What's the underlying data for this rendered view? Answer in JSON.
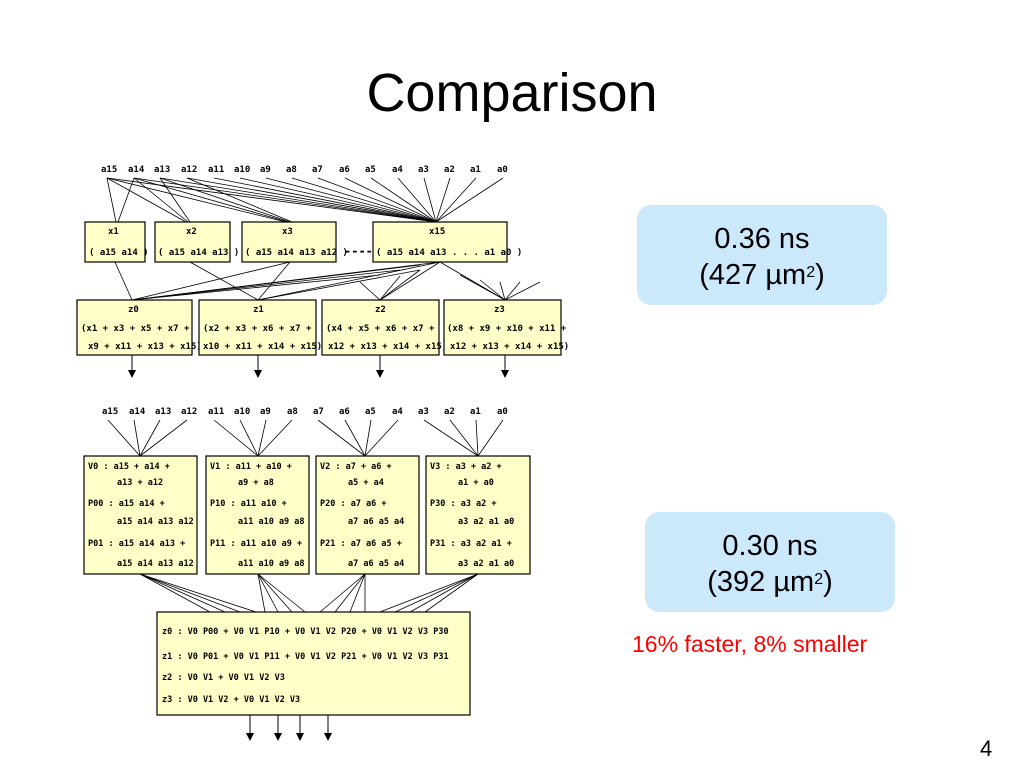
{
  "slide": {
    "title": "Comparison",
    "page_number": "4"
  },
  "callout_top": {
    "time": "0.36 ns",
    "area": "(427 µm",
    "area_sup": "2",
    "area_close": ")"
  },
  "callout_bottom": {
    "time": "0.30 ns",
    "area": "(392 µm",
    "area_sup": "2",
    "area_close": ")"
  },
  "note": "16% faster, 8% smaller",
  "colors": {
    "box_fill": "#ffffc8",
    "callout_fill": "#cce8fb",
    "note": "#ff0000"
  },
  "inputs": [
    "a15",
    "a14",
    "a13",
    "a12",
    "a11",
    "a10",
    "a9",
    "a8",
    "a7",
    "a6",
    "a5",
    "a4",
    "a3",
    "a2",
    "a1",
    "a0"
  ],
  "top_diagram": {
    "x_boxes": [
      {
        "name": "x1",
        "expr": "( a15 a14 )"
      },
      {
        "name": "x2",
        "expr": "( a15 a14 a13 )"
      },
      {
        "name": "x3",
        "expr": "( a15 a14 a13 a12 )"
      },
      {
        "name": "x15",
        "expr": "( a15 a14 a13 . . . a1 a0 )"
      }
    ],
    "dashes": "----",
    "z_boxes": [
      {
        "name": "z0",
        "line1": "(x1 + x3 + x5 + x7 +",
        "line2": "x9 + x11 + x13 + x15)"
      },
      {
        "name": "z1",
        "line1": "(x2 + x3 + x6 + x7 +",
        "line2": "x10 + x11 + x14 + x15)"
      },
      {
        "name": "z2",
        "line1": "(x4 + x5 + x6 + x7 +",
        "line2": "x12 + x13 + x14 + x15)"
      },
      {
        "name": "z3",
        "line1": "(x8 + x9 + x10 + x11 +",
        "line2": "x12 + x13 + x14 + x15)"
      }
    ]
  },
  "bottom_diagram": {
    "v_boxes": [
      {
        "lines": [
          "V0 : a15 + a14 +",
          "a13 + a12",
          "P00 : a15 a14 +",
          "a15 a14 a13 a12",
          "P01 : a15 a14 a13 +",
          "a15 a14 a13 a12"
        ]
      },
      {
        "lines": [
          "V1 : a11 + a10 +",
          "a9 + a8",
          "P10 : a11 a10 +",
          "a11 a10 a9 a8",
          "P11 : a11 a10 a9 +",
          "a11 a10 a9 a8"
        ]
      },
      {
        "lines": [
          "V2 : a7 + a6 +",
          "a5 + a4",
          "P20 : a7 a6 +",
          "a7 a6 a5 a4",
          "P21 : a7 a6 a5 +",
          "a7 a6 a5 a4"
        ]
      },
      {
        "lines": [
          "V3 : a3 + a2 +",
          "a1 + a0",
          "P30 : a3 a2 +",
          "a3 a2 a1 a0",
          "P31 : a3 a2 a1 +",
          "a3 a2 a1 a0"
        ]
      }
    ],
    "z_box": {
      "lines": [
        "z0 : V0 P00 + V0 V1 P10 + V0 V1 V2 P20 + V0 V1 V2 V3 P30",
        "z1 : V0 P01 + V0 V1 P11 + V0 V1 V2 P21 + V0 V1 V2 V3 P31",
        "z2 : V0 V1 + V0 V1 V2 V3",
        "z3 : V0 V1 V2 + V0 V1 V2 V3"
      ]
    }
  }
}
